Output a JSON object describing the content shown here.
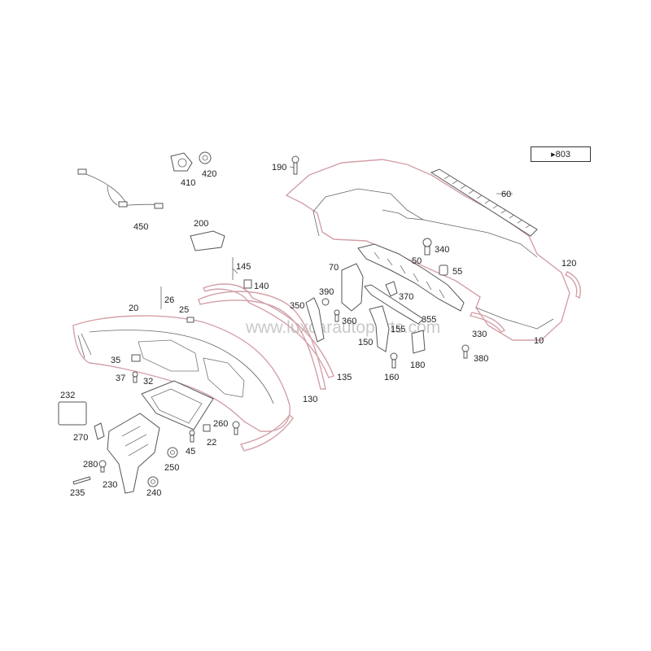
{
  "reference_box": "▸803",
  "watermark": "www.luxcarautoparts.com",
  "callouts": {
    "p10": "10",
    "p20": "20",
    "p22": "22",
    "p25": "25",
    "p26": "26",
    "p32": "32",
    "p35": "35",
    "p37": "37",
    "p45": "45",
    "p50": "50",
    "p55": "55",
    "p60": "60",
    "p70": "70",
    "p120": "120",
    "p130": "130",
    "p135": "135",
    "p140": "140",
    "p145": "145",
    "p150": "150",
    "p155": "155",
    "p160": "160",
    "p180": "180",
    "p190": "190",
    "p200": "200",
    "p230": "230",
    "p232": "232",
    "p235": "235",
    "p240": "240",
    "p250": "250",
    "p260": "260",
    "p270": "270",
    "p280": "280",
    "p330": "330",
    "p340": "340",
    "p350": "350",
    "p355": "355",
    "p360": "360",
    "p370": "370",
    "p380": "380",
    "p390": "390",
    "p410": "410",
    "p420": "420",
    "p450": "450"
  }
}
